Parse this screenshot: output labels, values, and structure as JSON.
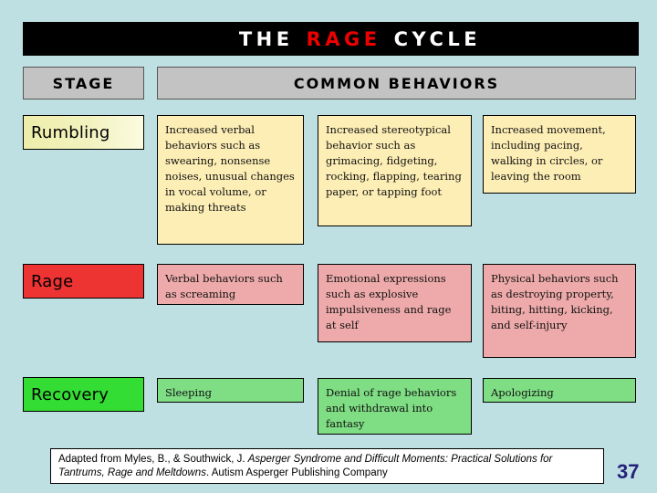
{
  "slide": {
    "background_color": "#bfe0e3",
    "title": {
      "word1": "THE",
      "word2": "RAGE",
      "word3": "CYCLE",
      "full_text": "THE RAGE CYCLE",
      "bar_color": "#000000",
      "word1_color": "#ffffff",
      "word2_color": "#ee0000",
      "word3_color": "#ffffff"
    },
    "header": {
      "stage_label": "STAGE",
      "behaviors_label": "COMMON BEHAVIORS",
      "fill_color": "#c3c3c3"
    },
    "rows": [
      {
        "stage": "Rumbling",
        "stage_color": "#f0f0b4",
        "cell_color": "#fdeeb5",
        "behaviors": [
          "Increased verbal behaviors such as swearing, nonsense noises, unusual changes in vocal volume, or making threats",
          "Increased stereotypical behavior such as grimacing, fidgeting, rocking, flapping, tearing paper, or tapping foot",
          "Increased movement, including pacing, walking in circles, or leaving the room"
        ]
      },
      {
        "stage": "Rage",
        "stage_color": "#ee3333",
        "cell_color": "#eeaaaa",
        "behaviors": [
          "Verbal behaviors such as screaming",
          "Emotional expressions such as explosive impulsiveness and rage at self",
          "Physical behaviors such as destroying property, biting, hitting, kicking, and self-injury"
        ]
      },
      {
        "stage": "Recovery",
        "stage_color": "#33dd33",
        "cell_color": "#7fdd84",
        "behaviors": [
          "Sleeping",
          "Denial of rage behaviors and withdrawal into fantasy",
          "Apologizing"
        ]
      }
    ],
    "citation": {
      "lead": "Adapted from Myles, B., & Southwick, J. ",
      "book_title_part1": "Asperger Syndrome and Difficult Moments: Practical Solutions for Tantrums, Rage and Meltdowns",
      "tail": ". Autism Asperger Publishing Company",
      "full_text": "Adapted from Myles, B., & Southwick, J. Asperger Syndrome and Difficult Moments: Practical Solutions for Tantrums, Rage and Meltdowns. Autism Asperger Publishing Company"
    },
    "page_number": "37",
    "page_number_color": "#25227a"
  }
}
